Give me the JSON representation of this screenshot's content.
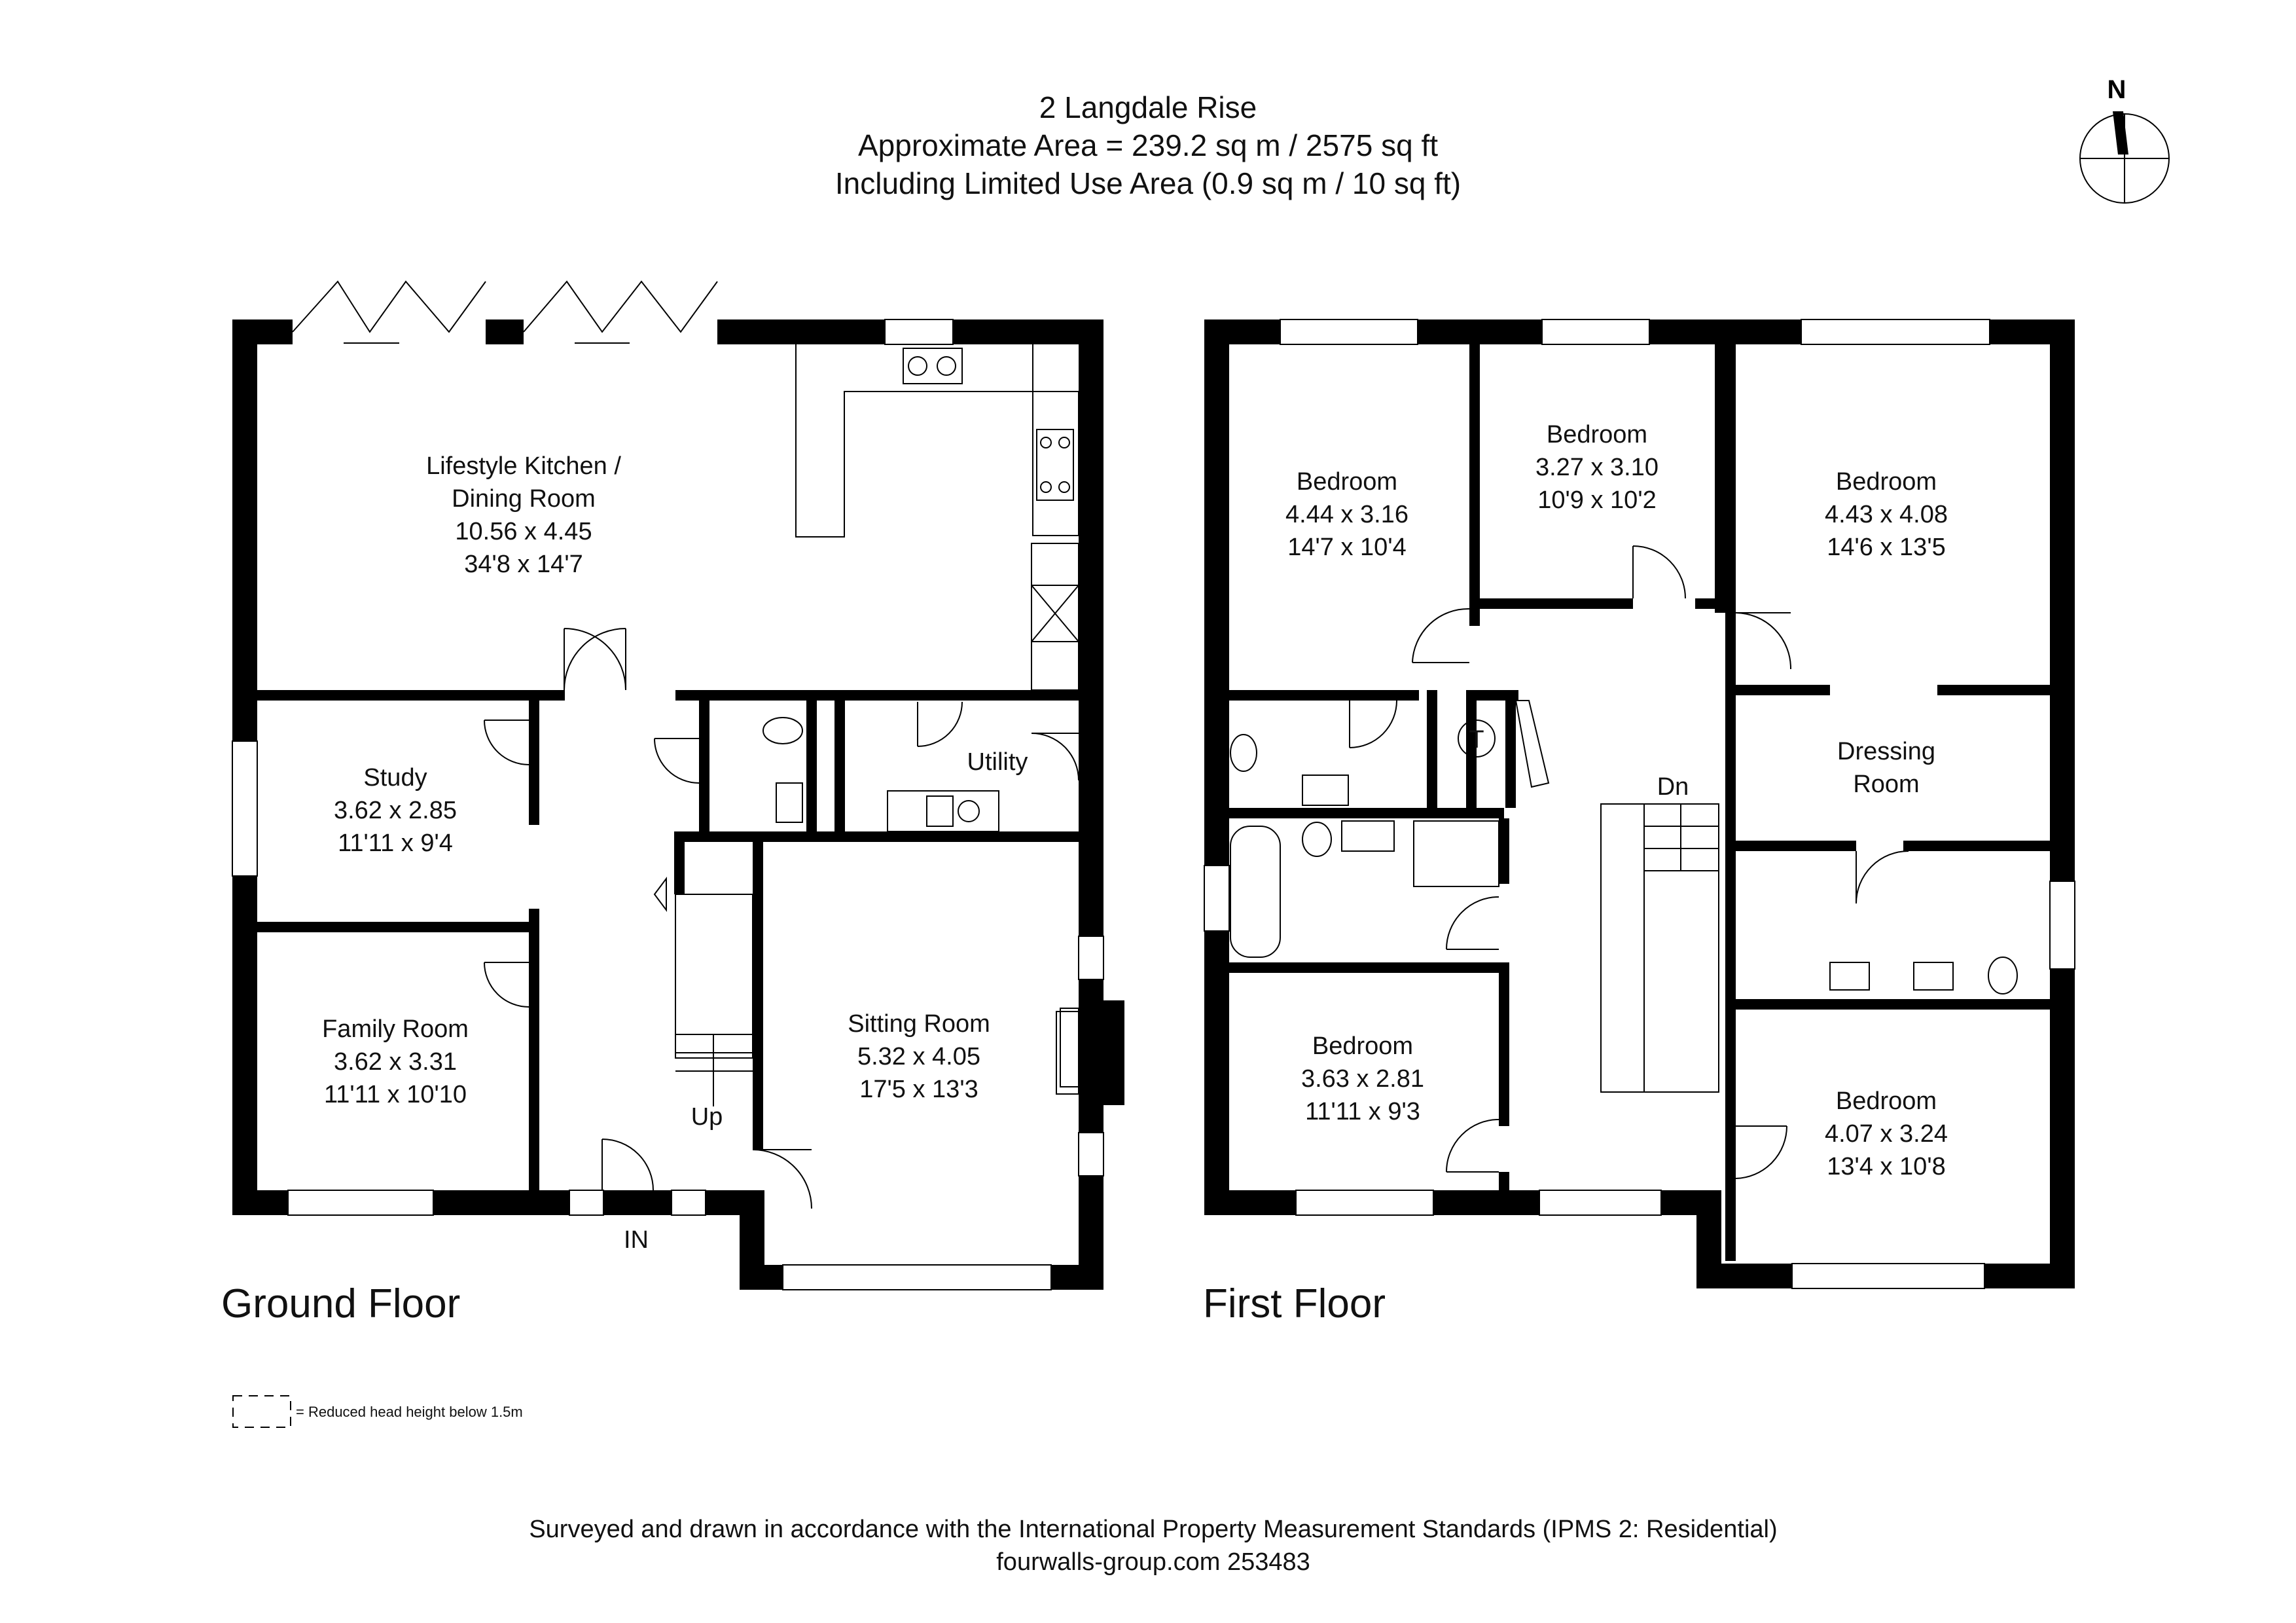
{
  "header": {
    "line1": "2 Langdale Rise",
    "line2": "Approximate  Area = 239.2 sq m / 2575 sq ft",
    "line3": "Including Limited Use Area (0.9 sq m / 10 sq ft)"
  },
  "compass": {
    "label": "N"
  },
  "ground_floor": {
    "title": "Ground Floor",
    "rooms": {
      "kitchen": {
        "name1": "Lifestyle Kitchen /",
        "name2": "Dining Room",
        "metric": "10.56 x 4.45",
        "imperial": "34'8 x 14'7"
      },
      "study": {
        "name": "Study",
        "metric": "3.62 x 2.85",
        "imperial": "11'11 x 9'4"
      },
      "family": {
        "name": "Family Room",
        "metric": "3.62 x 3.31",
        "imperial": "11'11 x 10'10"
      },
      "sitting": {
        "name": "Sitting Room",
        "metric": "5.32 x 4.05",
        "imperial": "17'5 x 13'3"
      },
      "utility": {
        "name": "Utility"
      }
    },
    "labels": {
      "up": "Up",
      "entrance": "IN"
    }
  },
  "first_floor": {
    "title": "First Floor",
    "rooms": {
      "bed1": {
        "name": "Bedroom",
        "metric": "4.44 x 3.16",
        "imperial": "14'7 x 10'4"
      },
      "bed2": {
        "name": "Bedroom",
        "metric": "3.27 x 3.10",
        "imperial": "10'9 x 10'2"
      },
      "bed3": {
        "name": "Bedroom",
        "metric": "4.43 x 4.08",
        "imperial": "14'6 x 13'5"
      },
      "dressing": {
        "name1": "Dressing",
        "name2": "Room"
      },
      "bed4": {
        "name": "Bedroom",
        "metric": "3.63 x 2.81",
        "imperial": "11'11 x 9'3"
      },
      "bed5": {
        "name": "Bedroom",
        "metric": "4.07 x 3.24",
        "imperial": "13'4 x 10'8"
      }
    },
    "labels": {
      "down": "Dn",
      "tank": "T"
    }
  },
  "legend": {
    "text": "= Reduced head height below 1.5m"
  },
  "footer": {
    "line1": "Surveyed and drawn in accordance with the International Property Measurement Standards (IPMS 2: Residential)",
    "line2": "fourwalls-group.com 253483"
  }
}
